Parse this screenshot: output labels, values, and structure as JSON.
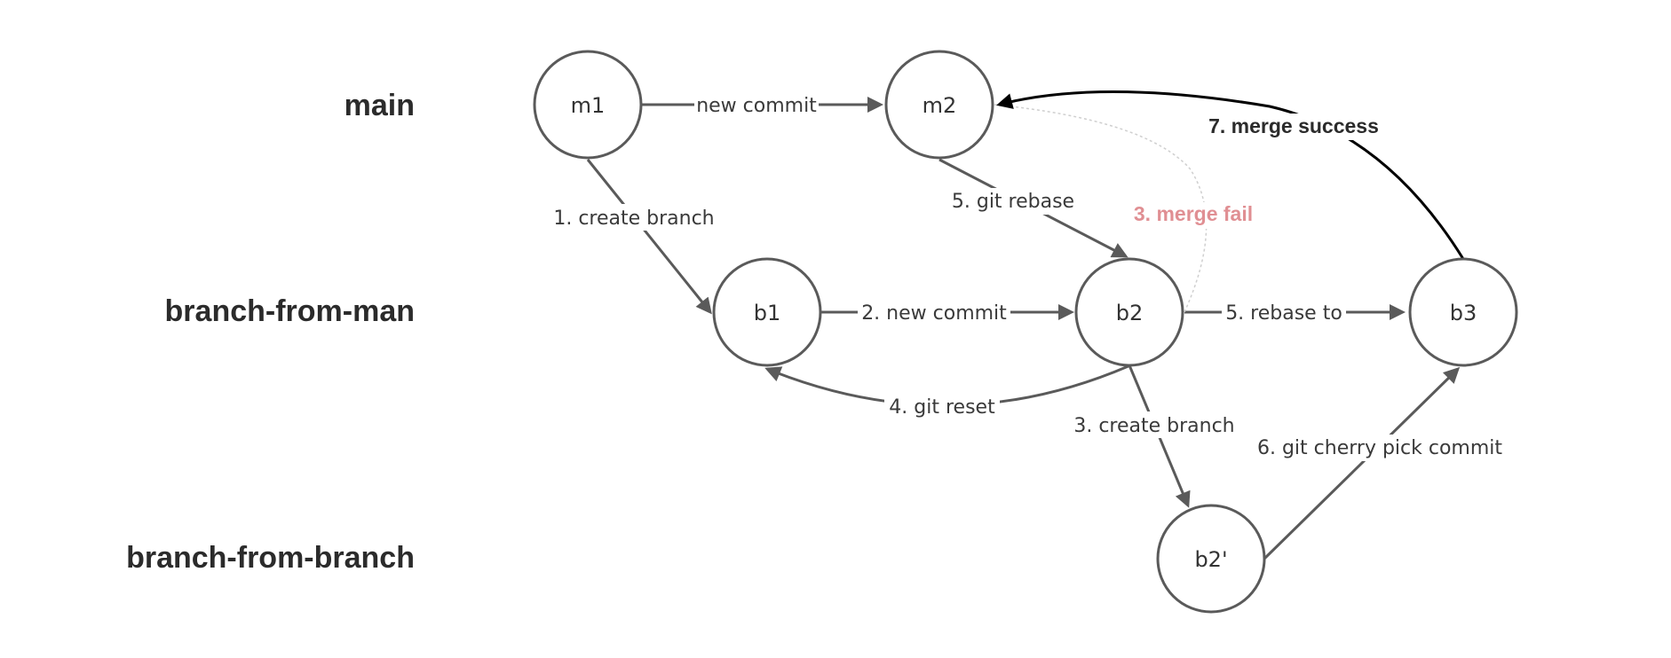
{
  "lanes": {
    "main": "main",
    "branch_from_main": "branch-from-man",
    "branch_from_branch": "branch-from-branch"
  },
  "nodes": {
    "m1": "m1",
    "m2": "m2",
    "b1": "b1",
    "b2": "b2",
    "b3": "b3",
    "b2_prime": "b2'"
  },
  "edges": {
    "new_commit_main": "new commit",
    "create_branch_1": "1. create branch",
    "new_commit_2": "2. new commit",
    "git_reset_4": "4. git reset",
    "create_branch_3": "3. create branch",
    "git_rebase_5": "5. git rebase",
    "rebase_to_5": "5. rebase to",
    "merge_fail_3": "3. merge fail",
    "cherry_pick_6": "6. git cherry pick commit",
    "merge_success_7": "7. merge success"
  },
  "colors": {
    "node_stroke": "#5a5a5a",
    "merge_success_arrow": "#000000",
    "merge_fail_text": "#e08f93",
    "merge_fail_line": "#cfcfcf"
  }
}
